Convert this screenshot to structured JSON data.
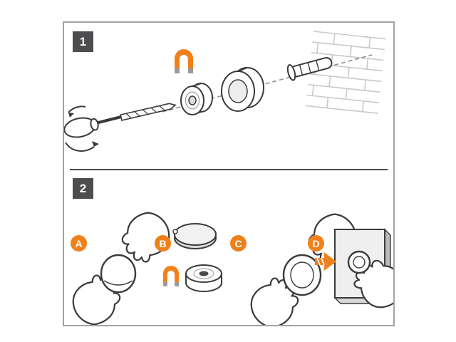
{
  "colors": {
    "background": "#ffffff",
    "frame_border": "#a3a3a3",
    "line_outline": "#3a3a3a",
    "accent_orange": "#f08019",
    "step_badge_gray": "#4d4d4f",
    "brick_gray": "#c9c9c9",
    "magnet_pole_gray": "#9a9a9a"
  },
  "step1": {
    "number": "1",
    "icons": [
      "screwdriver-icon",
      "screw-icon",
      "rotation-arrow-icon",
      "magnet-icon",
      "magnet-ring-icon",
      "cover-disc-icon",
      "wall-anchor-icon",
      "brick-wall-icon",
      "dashed-axis-icon"
    ]
  },
  "step2": {
    "number": "2",
    "substeps": [
      {
        "label": "A",
        "icon": "hands-holding-base-icon"
      },
      {
        "label": "B",
        "icon": "cap-magnet-ring-icon"
      },
      {
        "label": "C",
        "icon": "hands-pressing-cover-icon"
      },
      {
        "label": "D",
        "icon": "hand-mounting-to-wall-icon"
      }
    ]
  }
}
